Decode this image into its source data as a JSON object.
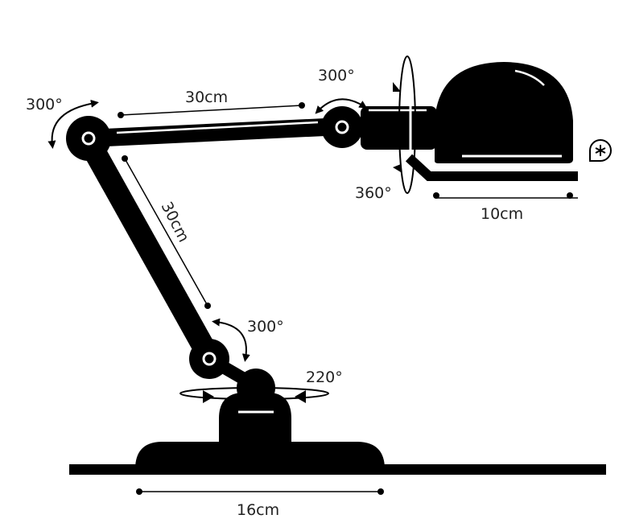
{
  "dimensions": {
    "upper_arm": "30cm",
    "lower_arm": "30cm",
    "shade": "10cm",
    "base": "16cm"
  },
  "rotations": {
    "shoulder": "300°",
    "elbow_head": "300°",
    "head_swivel": "360°",
    "lower_joint": "300°",
    "base_swivel": "220°"
  },
  "colors": {
    "ink": "#000000",
    "background": "#ffffff"
  }
}
